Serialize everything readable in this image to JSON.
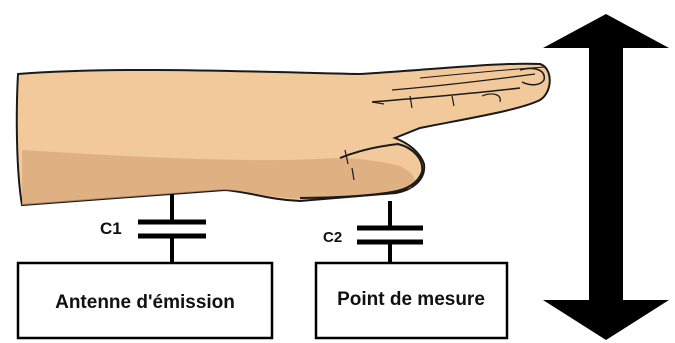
{
  "diagram": {
    "capacitors": [
      {
        "label": "C1"
      },
      {
        "label": "C2"
      }
    ],
    "boxes": [
      {
        "label": "Antenne d'émission"
      },
      {
        "label": "Point de mesure"
      }
    ],
    "colors": {
      "skin": "#f1c99b",
      "skin_shadow": "#d8a87a",
      "outline": "#1a1a1a",
      "arrow": "#000000"
    },
    "icons": {
      "hand": "hand-icon",
      "arrow": "vertical-double-arrow-icon"
    }
  }
}
